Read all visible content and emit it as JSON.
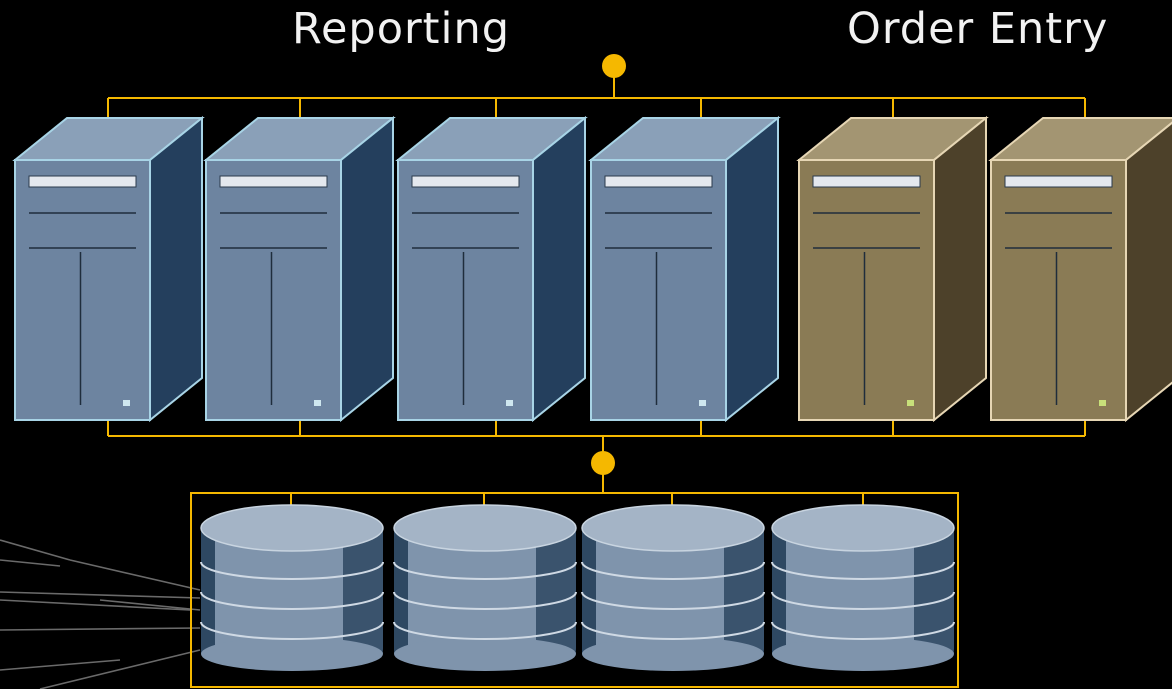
{
  "labels": {
    "left": "Reporting",
    "right": "Order Entry"
  },
  "server_groups": [
    {
      "name": "Reporting",
      "count": 4,
      "color": "slate"
    },
    {
      "name": "Order Entry",
      "count": 2,
      "color": "olive"
    }
  ],
  "storage": {
    "count": 4
  },
  "colors": {
    "background": "#000000",
    "connector": "#f5b800",
    "slate_front": "#6d84a0",
    "slate_side": "#243f5d",
    "slate_top": "#8aa0b8",
    "slate_edge": "#a8d4e6",
    "olive_front": "#8a7b55",
    "olive_side": "#4d412a",
    "olive_top": "#a39572",
    "olive_edge": "#e6d6b4",
    "led_slate": "#cfe7ef",
    "led_olive": "#c8e07a",
    "disk_top": "#a4b4c6",
    "disk_band": "#7f94ac",
    "disk_dark": "#2e4862"
  }
}
